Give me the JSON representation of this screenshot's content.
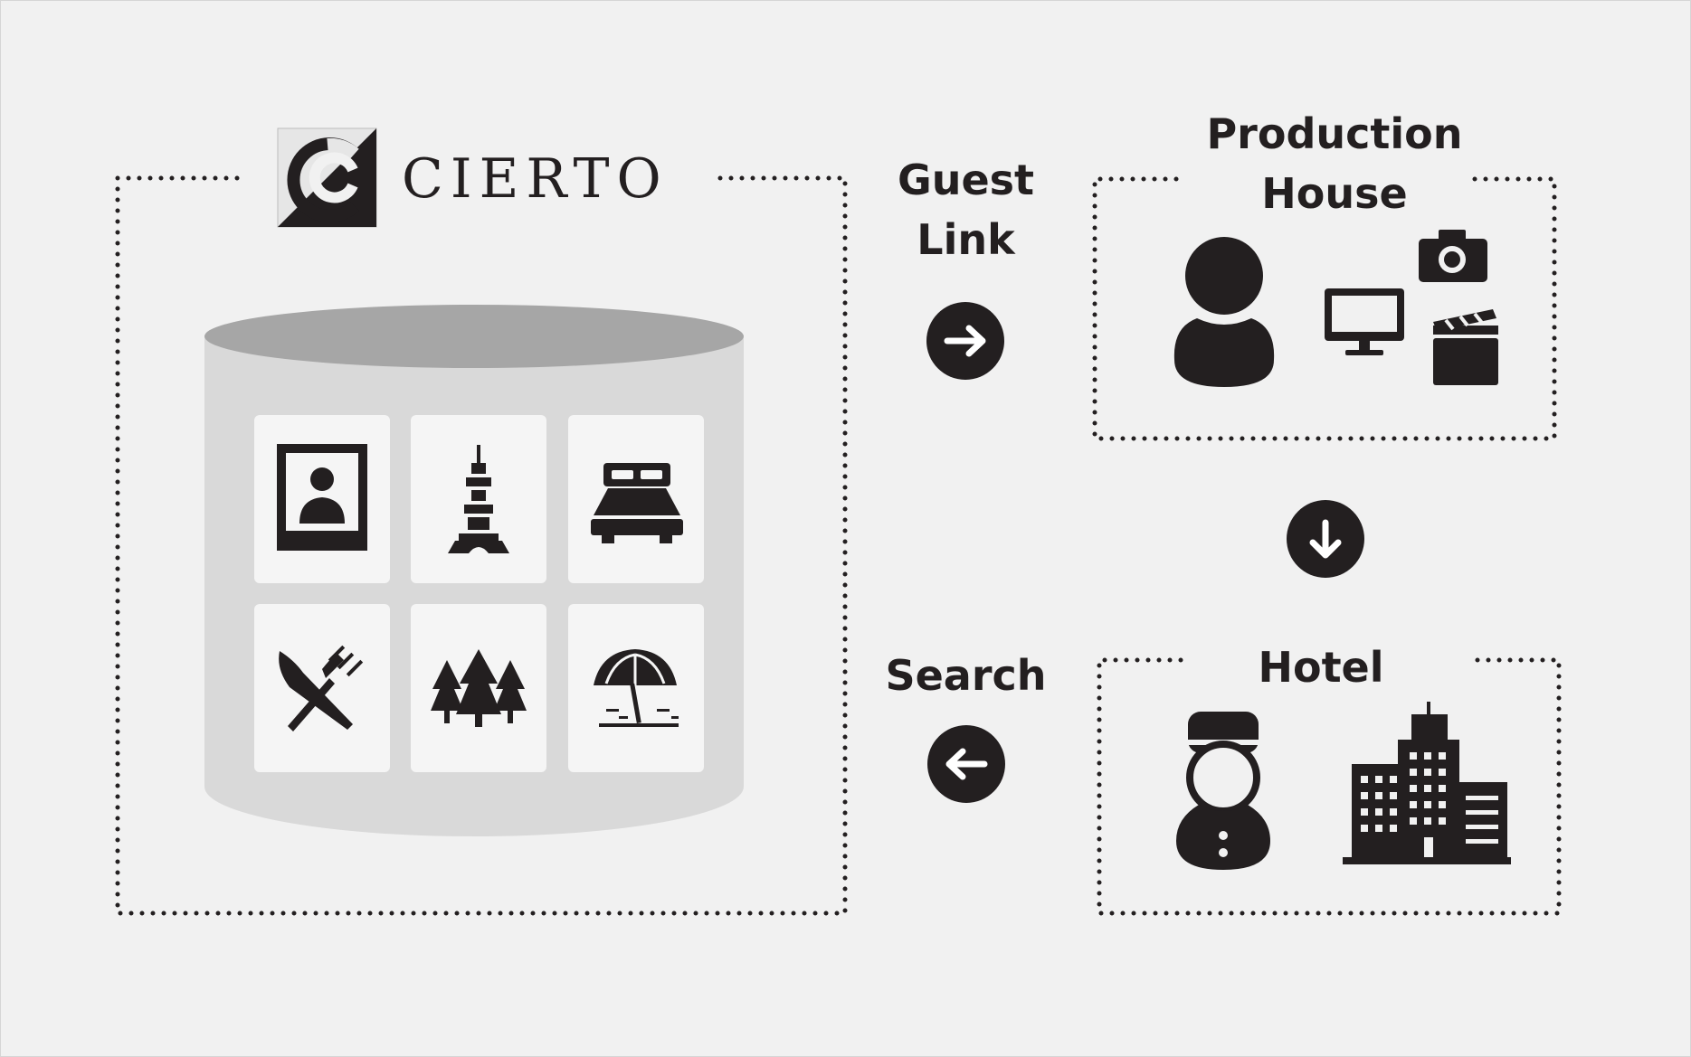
{
  "brand": {
    "name": "CIERTO",
    "logo_icon": "cierto-logo-icon"
  },
  "labels": {
    "guest_link_1": "Guest",
    "guest_link_2": "Link",
    "production_1": "Production",
    "production_2": "House",
    "search": "Search",
    "hotel": "Hotel"
  },
  "database": {
    "tiles": [
      "portrait-icon",
      "tokyo-tower-icon",
      "bed-icon",
      "restaurant-icon",
      "forest-icon",
      "beach-icon"
    ]
  },
  "production_house_icons": [
    "person-icon",
    "camera-icon",
    "monitor-icon",
    "clapperboard-icon"
  ],
  "hotel_icons": [
    "bellhop-icon",
    "hotel-building-icon"
  ],
  "arrows": [
    "arrow-right-icon",
    "arrow-down-icon",
    "arrow-left-icon"
  ],
  "colors": {
    "ink": "#231f20",
    "background": "#f1f1f1",
    "cylinder_body": "#d9d9d9",
    "cylinder_top": "#a6a6a6",
    "tile": "#f5f5f5"
  }
}
